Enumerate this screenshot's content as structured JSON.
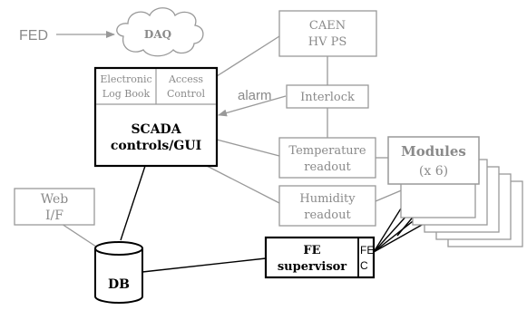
{
  "colors": {
    "gray": "#999999",
    "gray_text": "#8a8a8a",
    "black": "#000000",
    "white": "#ffffff"
  },
  "diagram": {
    "fed_label": "FED",
    "daq_label": "DAQ",
    "caen": {
      "line1": "CAEN",
      "line2": "HV PS"
    },
    "alarm_label": "alarm",
    "interlock_label": "Interlock",
    "scada": {
      "elog": {
        "line1": "Electronic",
        "line2": "Log Book"
      },
      "access": {
        "line1": "Access",
        "line2": "Control"
      },
      "title_line1": "SCADA",
      "title_line2": "controls/GUI"
    },
    "temperature": {
      "line1": "Temperature",
      "line2": "readout"
    },
    "humidity": {
      "line1": "Humidity",
      "line2": "readout"
    },
    "modules": {
      "line1": "Modules",
      "line2": "(x 6)"
    },
    "web": {
      "line1": "Web",
      "line2": "I/F"
    },
    "db_label": "DB",
    "fe_supervisor": {
      "line1": "FE",
      "line2": "supervisor"
    },
    "fec": {
      "line1": "FE",
      "line2": "C"
    }
  }
}
